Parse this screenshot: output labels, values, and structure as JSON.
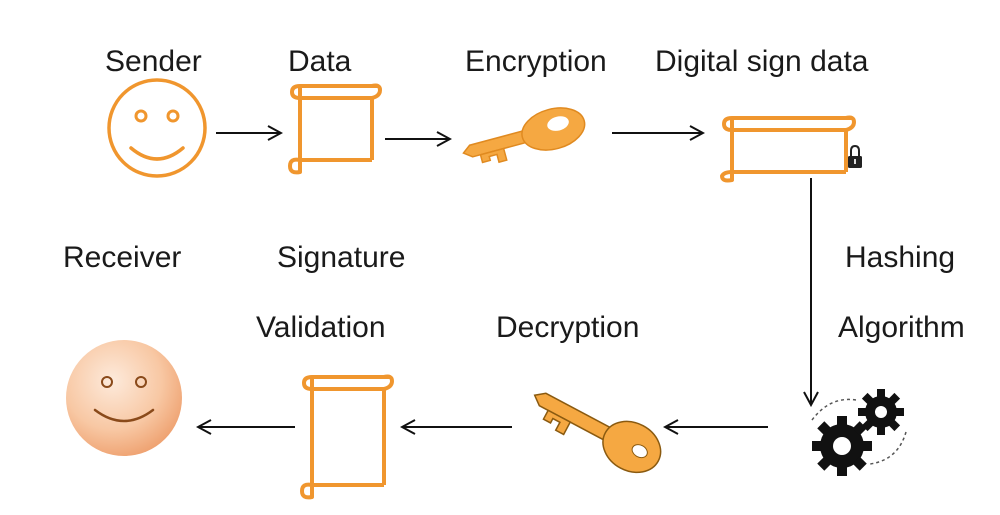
{
  "labels": {
    "sender": "Sender",
    "data": "Data",
    "encryption": "Encryption",
    "digital_sign_data": "Digital sign data",
    "hashing": "Hashing",
    "algorithm": "Algorithm",
    "receiver": "Receiver",
    "signature": "Signature",
    "validation": "Validation",
    "decryption": "Decryption"
  },
  "colors": {
    "accent": "#f0962e",
    "accent_fill": "#f5a842",
    "arrow": "#111111",
    "gear": "#111111",
    "receiver_face_light": "#fde3cf",
    "receiver_face_dark": "#f0a878"
  },
  "icons": {
    "sender": "smiley-outline-icon",
    "data": "scroll-document-icon",
    "encryption": "key-icon",
    "digital_sign_data": "locked-document-icon",
    "hashing_algorithm": "gears-icon",
    "decryption": "key-icon",
    "signature_validation": "scroll-document-icon",
    "receiver": "smiley-filled-icon"
  }
}
